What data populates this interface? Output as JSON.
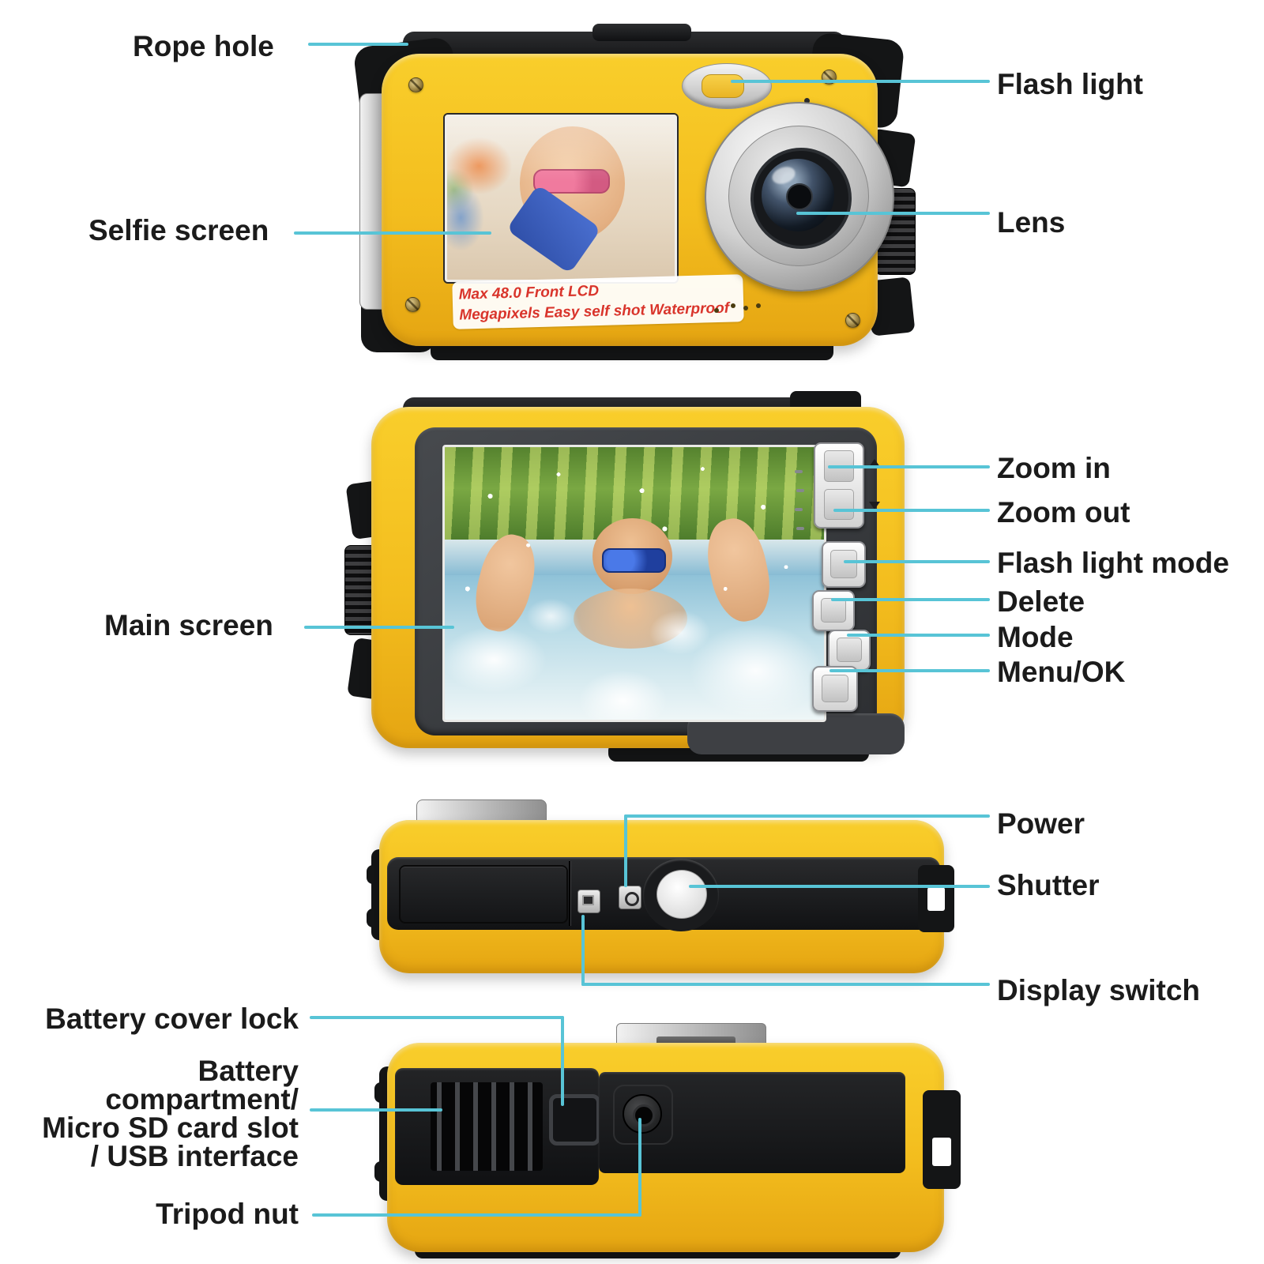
{
  "labels": {
    "rope_hole": "Rope hole",
    "flash_light": "Flash light",
    "selfie_screen": "Selfie screen",
    "lens": "Lens",
    "main_screen": "Main screen",
    "zoom_in": "Zoom in",
    "zoom_out": "Zoom out",
    "flash_light_mode": "Flash light mode",
    "delete": "Delete",
    "mode": "Mode",
    "menu_ok": "Menu/OK",
    "power": "Power",
    "shutter": "Shutter",
    "display_switch": "Display switch",
    "battery_cover_lock": "Battery cover lock",
    "battery_lines": [
      "Battery",
      "compartment/",
      "Micro SD card slot",
      "/ USB interface"
    ],
    "tripod_nut": "Tripod nut"
  },
  "front_badge": {
    "line1": "Max 48.0  Front  LCD",
    "line2": "Megapixels  Easy self shot  Waterproof"
  },
  "colors": {
    "body_yellow": "#f3bd1e",
    "leader_line": "#58c4d6",
    "label_text": "#1b1b1b",
    "badge_red": "#d9342b",
    "bezel_dark": "#333538",
    "silver": "#c2c2c2"
  }
}
